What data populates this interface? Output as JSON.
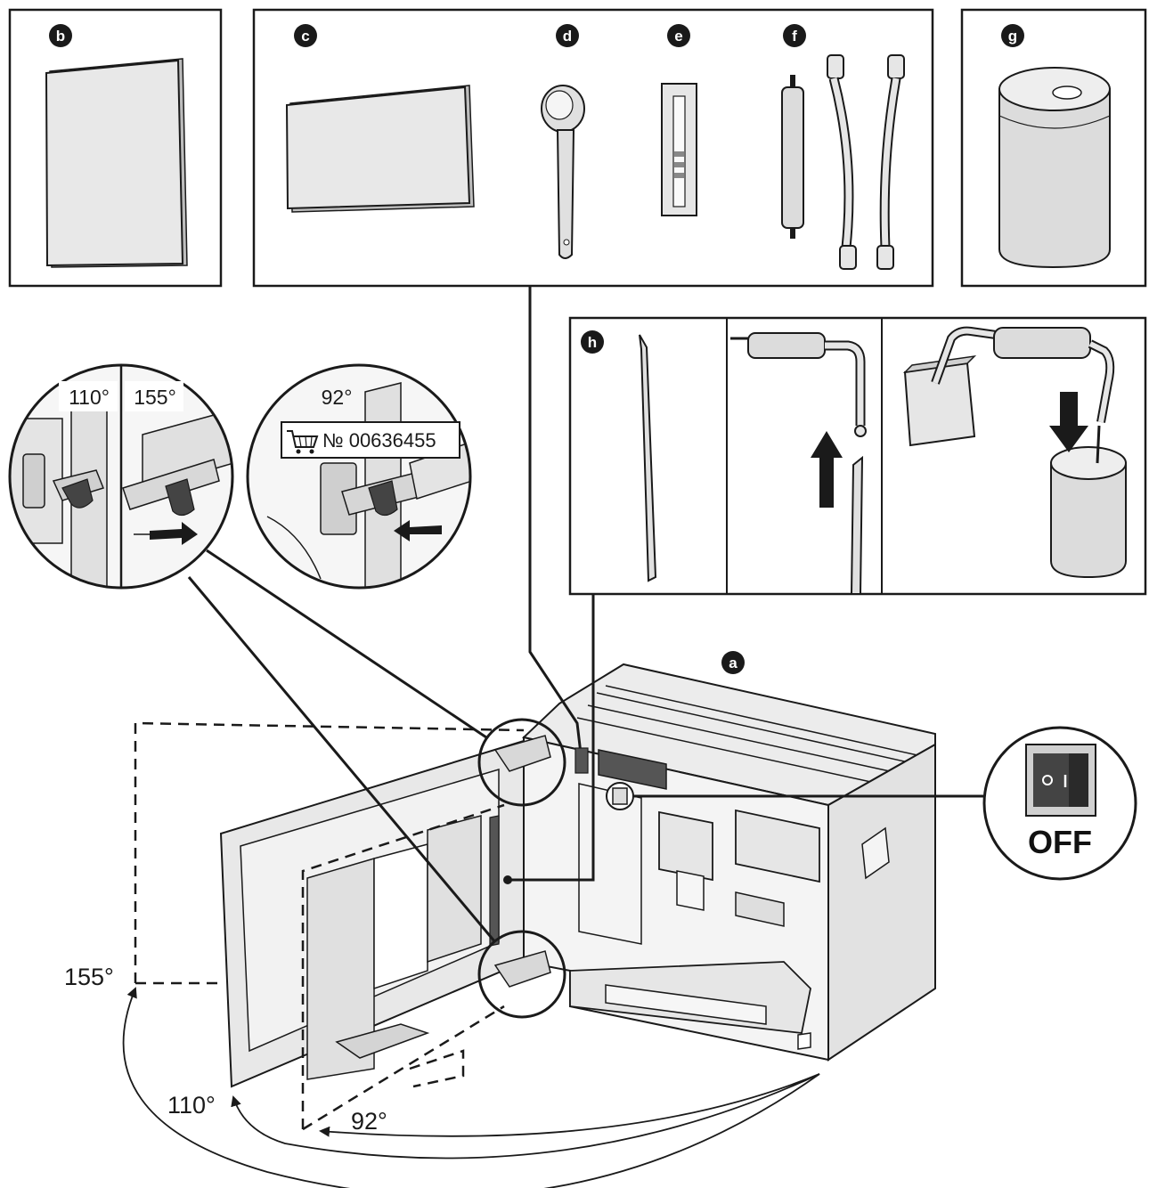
{
  "labels": {
    "a": "a",
    "b": "b",
    "c": "c",
    "d": "d",
    "e": "e",
    "f": "f",
    "g": "g",
    "h": "h"
  },
  "angles": {
    "zoom_left_1": "110°",
    "zoom_left_2": "155°",
    "zoom_right": "92°",
    "door_155": "155°",
    "door_110": "110°",
    "door_92": "92°"
  },
  "part_number": "№ 00636455",
  "switch_state": "OFF",
  "icons": {
    "cart": "shopping-cart-icon"
  },
  "colors": {
    "line": "#1a1a1a",
    "fill_light": "#e6e6e6",
    "fill_mid": "#cfcfcf",
    "fill_dark": "#555555",
    "badge": "#1a1a1a"
  }
}
